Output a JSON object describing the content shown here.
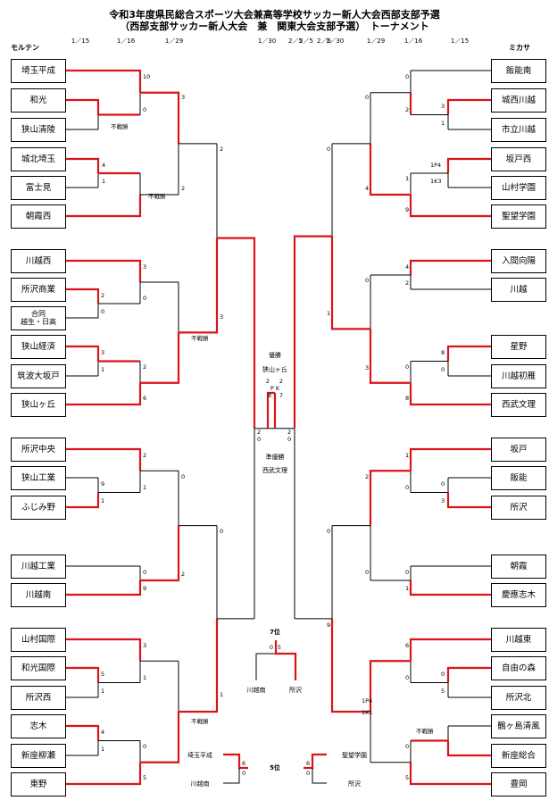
{
  "title": {
    "line1": "令和3年度県民総合スポーツ大会兼高等学校サッカー新人大会西部支部予選",
    "line2": "（西部支部サッカー新人大会　兼　関東大会支部予選）　トーナメント"
  },
  "dates_left": [
    "1／15",
    "1／16",
    "1／29",
    "1／30",
    "2／5",
    "2／6"
  ],
  "dates_right": [
    "2／5",
    "1／30",
    "1／29",
    "1／16",
    "1／15"
  ],
  "left_side_label": "モルテン",
  "right_side_label": "ミカサ",
  "left_teams": [
    [
      "埼玉平成"
    ],
    [
      "和光"
    ],
    [
      "狭山清陵"
    ],
    [
      "城北埼玉"
    ],
    [
      "富士見"
    ],
    [
      "朝霞西"
    ],
    [
      "川越西"
    ],
    [
      "所沢商業"
    ],
    [
      "合同",
      "越生・日高"
    ],
    [
      "狭山経済"
    ],
    [
      "筑波大坂戸"
    ],
    [
      "狭山ヶ丘"
    ],
    [
      "所沢中央"
    ],
    [
      "狭山工業"
    ],
    [
      "ふじみ野"
    ],
    [
      "川越工業"
    ],
    [
      "川越南"
    ],
    [
      "山村国際"
    ],
    [
      "和光国際"
    ],
    [
      "所沢西"
    ],
    [
      "志木"
    ],
    [
      "新座柳瀬"
    ],
    [
      "東野"
    ]
  ],
  "right_teams": [
    "飯能南",
    "城西川越",
    "市立川越",
    "坂戸西",
    "山村学園",
    "聖望学園",
    "入間向陽",
    "川越",
    "星野",
    "川越初雁",
    "西武文理",
    "坂戸",
    "飯能",
    "所沢",
    "朝霞",
    "慶應志木",
    "川越東",
    "自由の森",
    "所沢北",
    "鶴ヶ島清風",
    "新座総合",
    "豊岡"
  ],
  "scores": {
    "l_r1": [
      "10",
      "0",
      "4",
      "1",
      "3",
      "0",
      "2",
      "0",
      "3",
      "1",
      "2",
      "1",
      "0",
      "9",
      "3",
      "1",
      "5",
      "1",
      "4",
      "1"
    ],
    "l_r2": [
      "3",
      "2",
      "3",
      "6",
      "0",
      "2",
      "0",
      "5"
    ],
    "l_r3": [
      "2",
      "3",
      "0",
      "1"
    ],
    "l_sf": [
      "2",
      "0",
      "2",
      "0"
    ],
    "r_r1": [
      "0",
      "2",
      "3",
      "1",
      "1P4",
      "1K3",
      "1",
      "9",
      "4",
      "2",
      "8",
      "0",
      "1",
      "0",
      "3",
      "0",
      "1",
      "6",
      "0",
      "5",
      "0",
      "5"
    ],
    "r_r2": [
      "0",
      "4",
      "0",
      "3",
      "2",
      "0",
      "1P4",
      "1K1"
    ],
    "r_r3": [
      "0",
      "1",
      "0",
      "9"
    ],
    "final_pk": [
      "2",
      "2",
      "P",
      "K",
      "8",
      "7"
    ],
    "third": [
      "0",
      "5"
    ],
    "fifth": [
      "6",
      "0",
      "6",
      "0"
    ]
  },
  "forfeit": "不戦勝",
  "center": {
    "winner_label": "優勝",
    "winner": "狭山ヶ丘",
    "runner_label": "準優勝",
    "runner": "西武文理",
    "third_label": "7位",
    "third_left": "川越南",
    "third_right": "所沢",
    "fifth_label": "5位",
    "fifth_left_top": "埼玉平成",
    "fifth_left_bottom": "川越南",
    "fifth_right_top": "聖望学園",
    "fifth_right_bottom": "所沢"
  },
  "colors": {
    "win": "#d9141b",
    "line": "#000000"
  }
}
